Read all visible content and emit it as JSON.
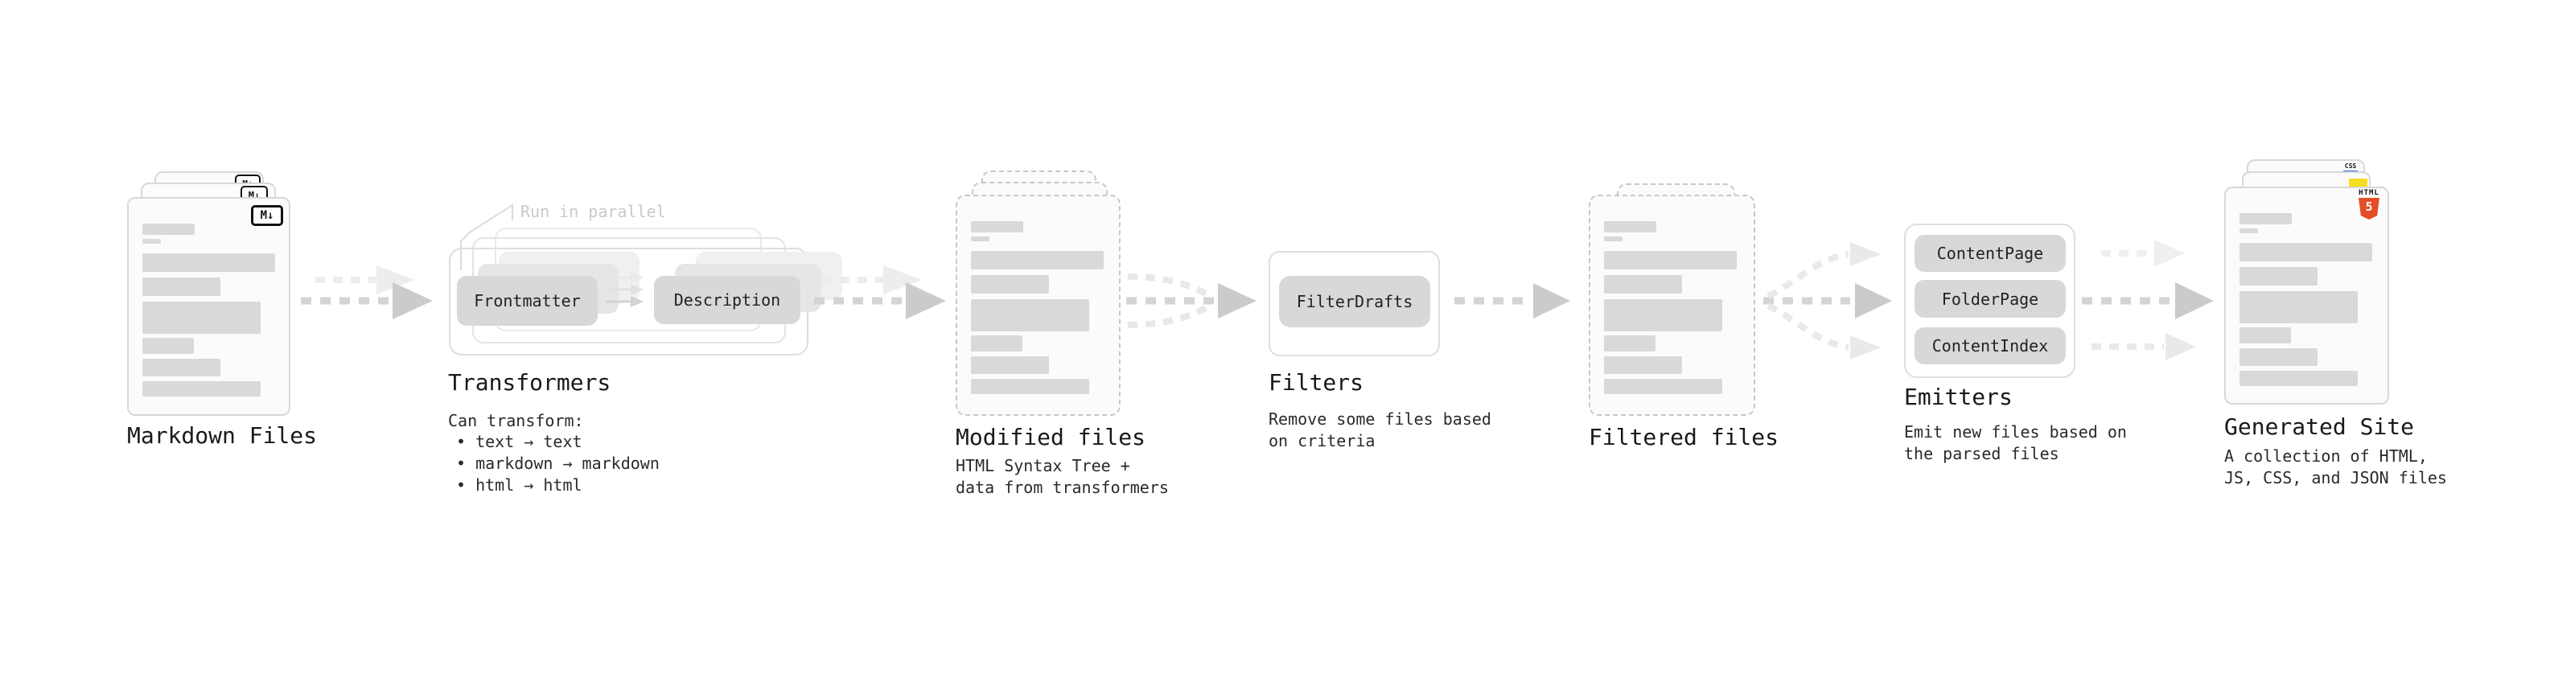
{
  "diagram": {
    "markdown": {
      "label": "Markdown Files",
      "badge": "M↓"
    },
    "transformers": {
      "note": "Run in parallel",
      "box1": "Frontmatter",
      "box2": "Description",
      "label": "Transformers",
      "desc_title": "Can transform:",
      "bullets": [
        "• text → text",
        "• markdown → markdown",
        "• html → html"
      ]
    },
    "modified": {
      "label": "Modified files",
      "desc": [
        "HTML Syntax Tree +",
        "data from transformers"
      ]
    },
    "filters": {
      "box": "FilterDrafts",
      "label": "Filters",
      "desc": [
        "Remove some files based",
        "on criteria"
      ]
    },
    "filtered": {
      "label": "Filtered files"
    },
    "emitters": {
      "boxes": [
        "ContentPage",
        "FolderPage",
        "ContentIndex"
      ],
      "label": "Emitters",
      "desc": [
        "Emit new files based on",
        "the parsed files"
      ]
    },
    "generated": {
      "label": "Generated Site",
      "desc": [
        "A collection of HTML,",
        "JS, CSS, and JSON files"
      ],
      "badge_css": "CSS",
      "badge_html_word": "HTML",
      "badge_html_number": "5"
    },
    "colors": {
      "html5_orange": "#e44d26",
      "js_yellow": "#f5de1e",
      "css_blue": "#2d6ce0"
    }
  }
}
